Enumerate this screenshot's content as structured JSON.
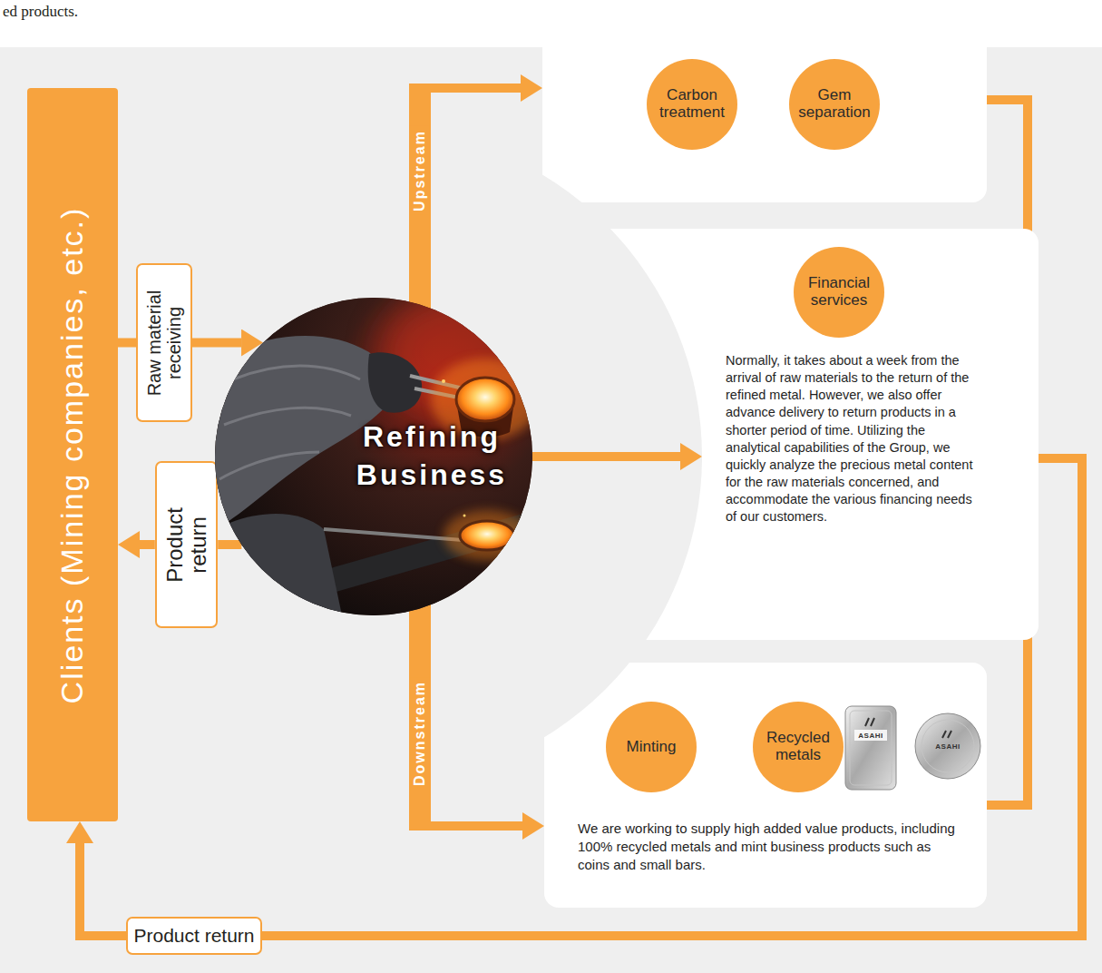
{
  "diagram": {
    "nodes": [
      {
        "text": [
          "Clients (Mining companies, etc.)"
        ]
      },
      {
        "text": [
          "Raw material receiving"
        ]
      },
      {
        "text": [
          "Product return"
        ]
      },
      {
        "text": [
          "Refining Business"
        ]
      },
      {
        "text": []
      },
      {
        "text": [
          "Carbon treatment"
        ],
        "in": 4
      },
      {
        "text": [
          "Gem separation"
        ],
        "in": 4
      },
      {
        "text": [
          "Normally, it takes about a week from the arrival of raw materials to the return of the refined metal. However, we also offer advance delivery to return products in a shorter period of time. Utilizing the analytical capabilities of the Group, we quickly analyze the precious metal content for the raw materials concerned, and accommodate the various financing needs of our customers."
        ]
      },
      {
        "text": [
          "Financial services"
        ],
        "in": 7
      },
      {
        "text": [
          "We are working to supply high added value products, including 100% recycled metals and mint business products such as coins and small bars."
        ]
      },
      {
        "text": [
          "Minting"
        ],
        "in": 9
      },
      {
        "text": [
          "Recycled metals"
        ],
        "in": 9
      },
      {
        "text": [
          "Product return"
        ]
      }
    ],
    "edges": [
      {
        "from": 0,
        "to": 1,
        "arrow": "none"
      },
      {
        "from": 1,
        "to": 3,
        "arrow": "to"
      },
      {
        "from": 3,
        "to": 2,
        "arrow": "none"
      },
      {
        "from": 2,
        "to": 0,
        "arrow": "to"
      },
      {
        "from": 3,
        "to": 4,
        "arrow": "to"
      },
      {
        "from": 3,
        "to": 7,
        "arrow": "to"
      },
      {
        "from": 3,
        "to": 9,
        "arrow": "to"
      },
      {
        "from": 4,
        "to": 12,
        "arrow": "none"
      },
      {
        "from": 7,
        "to": 12,
        "arrow": "none"
      },
      {
        "from": 9,
        "to": 12,
        "arrow": "none"
      },
      {
        "from": 12,
        "to": 0,
        "arrow": "to"
      }
    ],
    "labels": [
      "ed products.",
      "Upstream",
      "Downstream",
      "ASAHI",
      "ASAHI"
    ]
  }
}
